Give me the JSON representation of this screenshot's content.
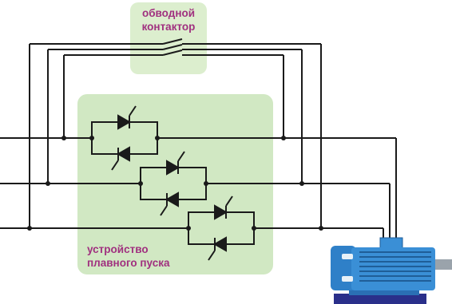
{
  "labels": {
    "bypass_contactor": [
      "обводной",
      "контактор"
    ],
    "soft_starter": [
      "устройство",
      "плавного пуска"
    ]
  },
  "colors": {
    "wire": "#1a1a1a",
    "label": "#a0307f",
    "bypass_box_fill": "#d8ecc9",
    "starter_box_fill": "#cfe7c0",
    "motor_body": "#3a8fd6",
    "motor_base": "#2a2f8a",
    "motor_shaft": "#9aa3ab"
  },
  "components": {
    "phases": 3,
    "thyristor_pairs": 3,
    "icons": [
      "thyristor-icon",
      "contactor-switch-icon",
      "motor-icon"
    ]
  }
}
